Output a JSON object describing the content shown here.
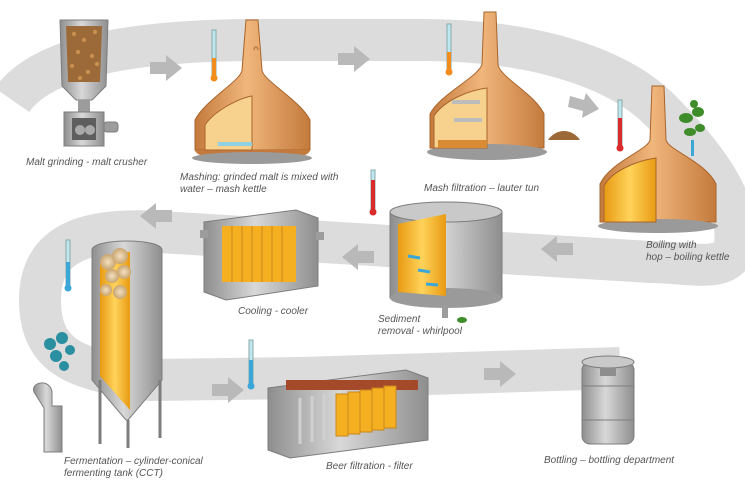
{
  "labels": {
    "malt_grinding": "Malt grinding - malt crusher",
    "mashing_line1": "Mashing: grinded malt is mixed with",
    "mashing_line2": "water – mash kettle",
    "mash_filtration": "Mash filtration – lauter tun",
    "boiling_line1": "Boiling with",
    "boiling_line2": "hop – boiling kettle",
    "cooling": "Cooling - cooler",
    "sediment_line1": "Sediment",
    "sediment_line2": "removal - whirlpool",
    "fermentation_line1": "Fermentation – cylinder-conical",
    "fermentation_line2": "fermenting tank (CCT)",
    "beer_filtration": "Beer filtration - filter",
    "bottling": "Bottling – bottling department"
  },
  "colors": {
    "path": "#dcdcdc",
    "arrow": "#b9b9b9",
    "copper": "#e3a165",
    "copper_dark": "#c47a3c",
    "steel": "#b8b8b8",
    "steel_dark": "#8e8e8e",
    "beer": "#f4b021",
    "beer_light": "#ffd35a",
    "text": "#555555"
  }
}
